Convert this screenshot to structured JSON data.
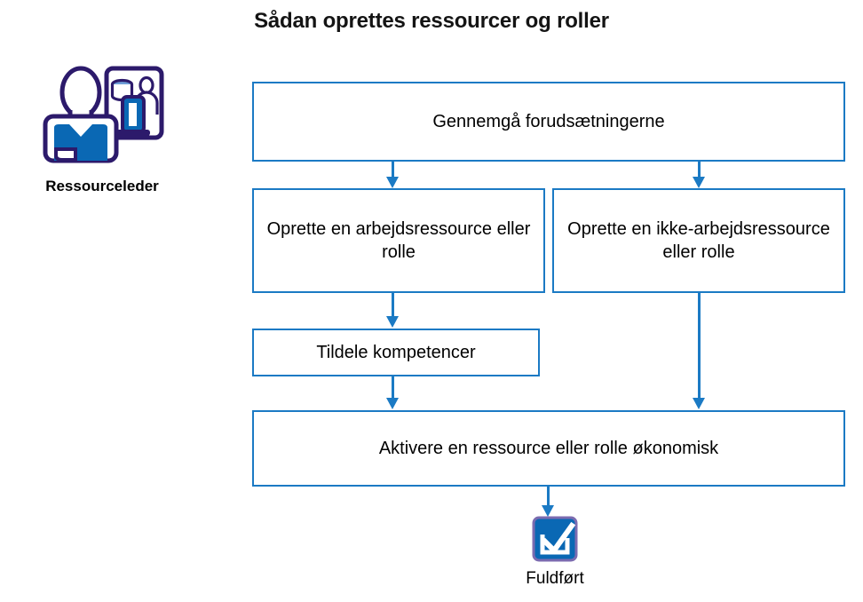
{
  "title": "Sådan oprettes ressourcer og roller",
  "persona": {
    "label": "Ressourceleder",
    "icon": "resource-manager-person-icon"
  },
  "colors": {
    "node_border": "#1b7ac4",
    "arrow": "#1b7ac4",
    "icon_outline": "#2c1a6b",
    "icon_fill": "#0a68b4",
    "title_text": "#141414",
    "background": "#ffffff"
  },
  "flow": {
    "nodes": [
      {
        "id": "node-prereq",
        "label": "Gennemgå forudsætningerne"
      },
      {
        "id": "node-work",
        "label": "Oprette en arbejdsressource eller rolle"
      },
      {
        "id": "node-nonwork",
        "label": "Oprette en ikke-arbejdsressource eller rolle"
      },
      {
        "id": "node-skills",
        "label": "Tildele kompetencer"
      },
      {
        "id": "node-activate",
        "label": "Aktivere en ressource eller rolle økonomisk"
      }
    ],
    "edges": [
      {
        "from": "node-prereq",
        "to": "node-work"
      },
      {
        "from": "node-prereq",
        "to": "node-nonwork"
      },
      {
        "from": "node-work",
        "to": "node-skills"
      },
      {
        "from": "node-skills",
        "to": "node-activate"
      },
      {
        "from": "node-nonwork",
        "to": "node-activate"
      },
      {
        "from": "node-activate",
        "to": "terminator-done"
      }
    ],
    "terminator": {
      "label": "Fuldført",
      "icon": "checkbox-checked-icon"
    }
  }
}
